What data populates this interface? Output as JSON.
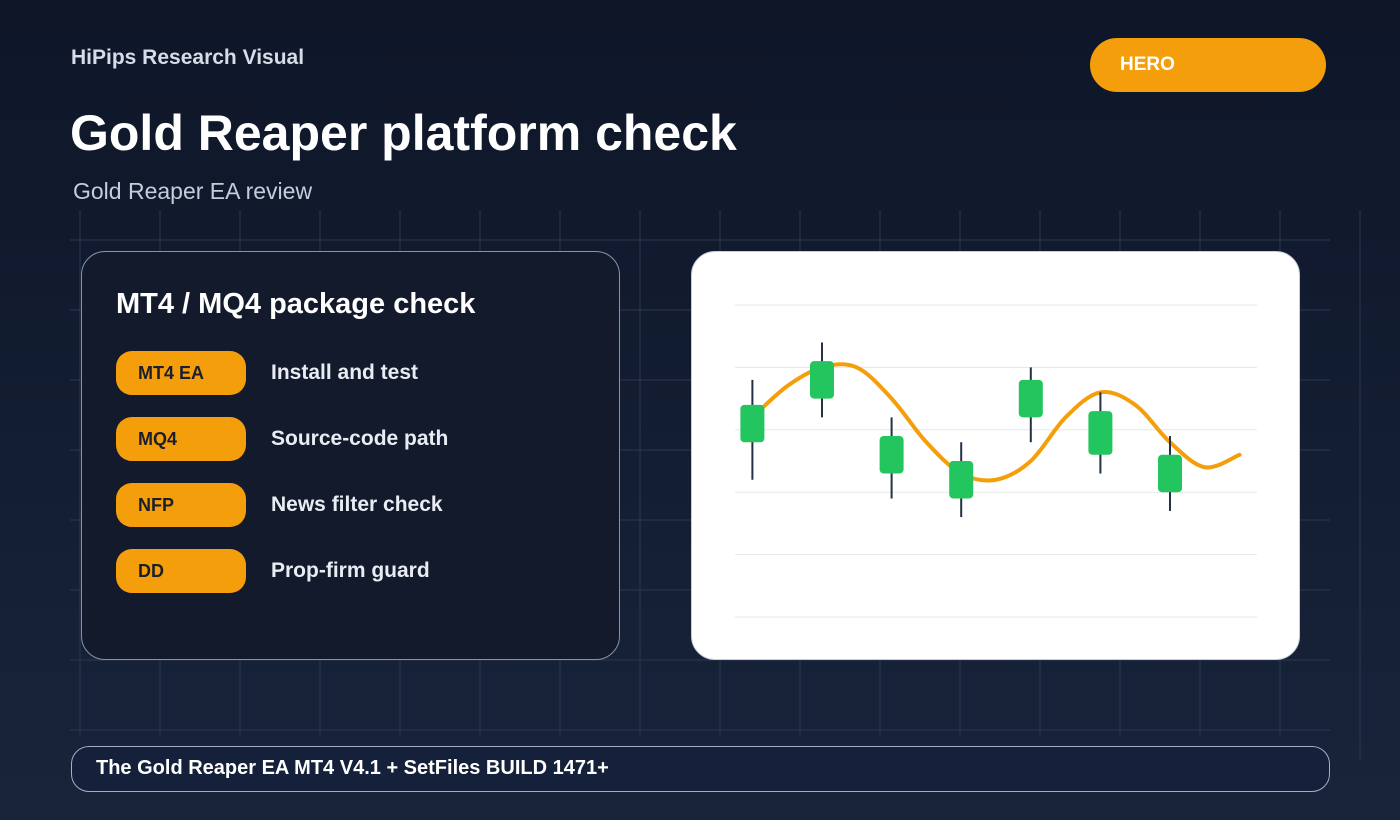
{
  "header": {
    "brand": "HiPips Research Visual",
    "badge": "HERO",
    "title": "Gold Reaper platform check",
    "subtitle": "Gold Reaper EA review"
  },
  "card": {
    "title": "MT4 / MQ4 package check",
    "rows": [
      {
        "tag": "MT4 EA",
        "label": "Install and test"
      },
      {
        "tag": "MQ4",
        "label": "Source-code path"
      },
      {
        "tag": "NFP",
        "label": "News filter check"
      },
      {
        "tag": "DD",
        "label": "Prop-firm guard"
      }
    ]
  },
  "chart_data": {
    "type": "line",
    "title": "",
    "x": [
      1,
      2,
      3,
      4,
      5,
      6,
      7,
      8,
      9,
      10,
      11,
      12,
      13,
      14,
      15
    ],
    "series": [
      {
        "values": [
          4.2,
          4.7,
          5.0,
          5.0,
          4.5,
          3.8,
          3.3,
          3.2,
          3.5,
          4.2,
          4.6,
          4.4,
          3.8,
          3.4,
          3.6
        ]
      }
    ],
    "candles": [
      {
        "x": 1,
        "open": 3.8,
        "high": 4.8,
        "low": 3.2,
        "close": 4.4
      },
      {
        "x": 3,
        "open": 4.5,
        "high": 5.4,
        "low": 4.2,
        "close": 5.1
      },
      {
        "x": 5,
        "open": 3.3,
        "high": 4.2,
        "low": 2.9,
        "close": 3.9
      },
      {
        "x": 7,
        "open": 2.9,
        "high": 3.8,
        "low": 2.6,
        "close": 3.5
      },
      {
        "x": 9,
        "open": 4.2,
        "high": 5.0,
        "low": 3.8,
        "close": 4.8
      },
      {
        "x": 11,
        "open": 3.6,
        "high": 4.6,
        "low": 3.3,
        "close": 4.3
      },
      {
        "x": 13,
        "open": 3.0,
        "high": 3.9,
        "low": 2.7,
        "close": 3.6
      }
    ],
    "xlim": [
      0.5,
      15.5
    ],
    "ylim": [
      1,
      6
    ],
    "grid": true,
    "colors": {
      "line": "#f59e0b",
      "candle": "#22c55e",
      "wick": "#243044",
      "grid": "#e5e7eb"
    }
  },
  "footer": {
    "text": "The Gold Reaper EA MT4 V4.1 + SetFiles BUILD 1471+"
  }
}
